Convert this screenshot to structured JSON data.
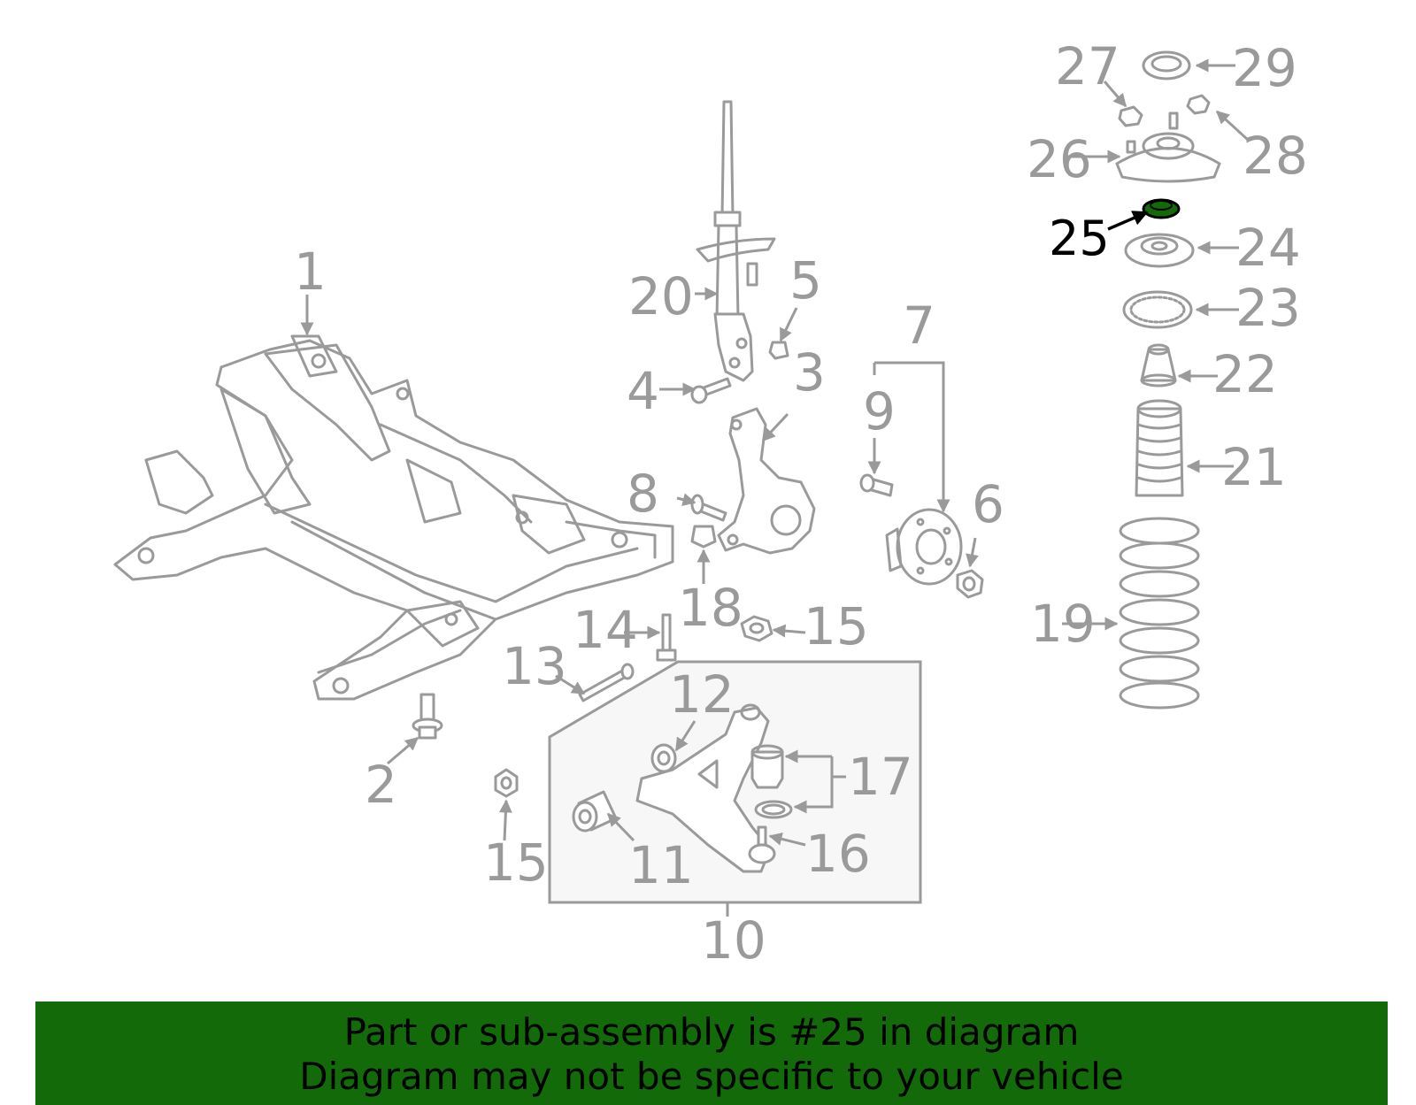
{
  "callouts": {
    "c1": "1",
    "c2": "2",
    "c3": "3",
    "c4": "4",
    "c5": "5",
    "c6": "6",
    "c7": "7",
    "c8": "8",
    "c9": "9",
    "c10": "10",
    "c11": "11",
    "c12": "12",
    "c13": "13",
    "c14": "14",
    "c15a": "15",
    "c15b": "15",
    "c16": "16",
    "c17": "17",
    "c18": "18",
    "c19": "19",
    "c20": "20",
    "c21": "21",
    "c22": "22",
    "c23": "23",
    "c24": "24",
    "c25": "25",
    "c26": "26",
    "c27": "27",
    "c28": "28",
    "c29": "29"
  },
  "highlight": {
    "part_number": "25",
    "color": "#136a09"
  },
  "banner": {
    "line1": "Part or sub-assembly is #25 in diagram",
    "line2": "Diagram may not be specific to your vehicle",
    "background": "#136a09"
  }
}
